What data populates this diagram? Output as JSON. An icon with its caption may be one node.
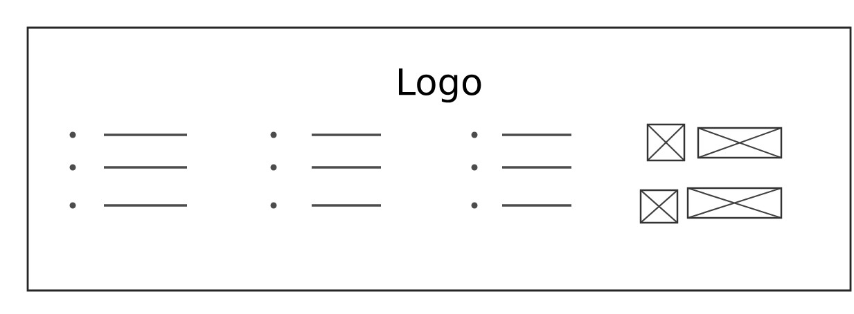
{
  "diagram": {
    "nodes": [
      {
        "text": [
          "Logo"
        ]
      },
      {
        "text": [],
        "shape": "box",
        "in": 0
      },
      {
        "text": [],
        "shape": "box",
        "in": 0
      },
      {
        "text": [],
        "shape": "box",
        "in": 0
      },
      {
        "text": [],
        "shape": "box",
        "in": 0
      }
    ]
  }
}
